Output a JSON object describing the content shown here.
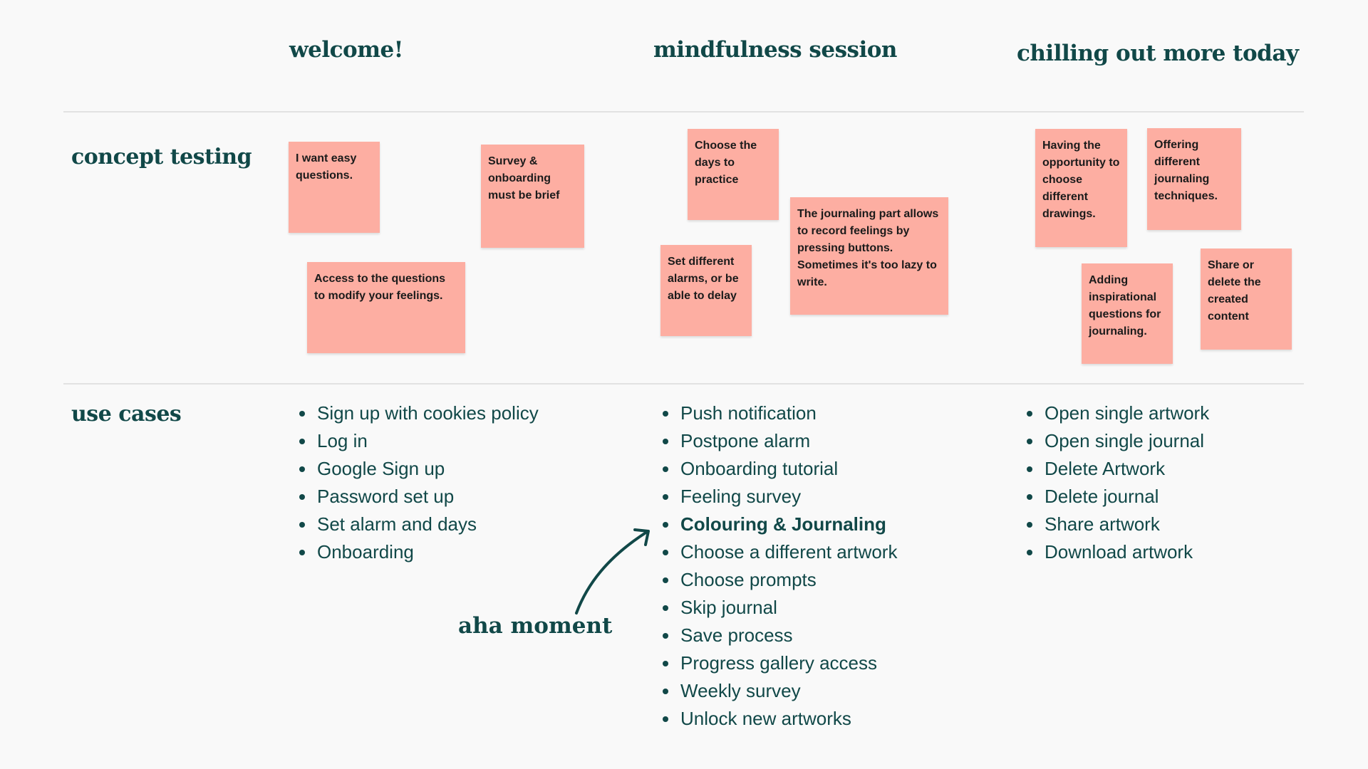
{
  "columns": {
    "welcome": "welcome!",
    "mindfulness": "mindfulness session",
    "chilling": "chilling out more today"
  },
  "rows": {
    "concept_testing": "concept testing",
    "use_cases": "use cases"
  },
  "sticky_notes": {
    "welcome": [
      "I want easy questions.",
      "Survey & onboarding must be brief",
      "Access to the questions to modify your feelings."
    ],
    "mindfulness": [
      "Choose the days to practice",
      "Set different alarms, or be able to delay",
      "The journaling part allows to record feelings by pressing buttons. Sometimes it's too lazy to write."
    ],
    "chilling": [
      "Having the opportunity to choose different drawings.",
      "Offering different journaling techniques.",
      "Adding inspirational questions for journaling.",
      "Share or delete the created content"
    ]
  },
  "use_cases": {
    "welcome": [
      "Sign up with cookies policy",
      "Log in",
      "Google Sign up",
      "Password set up",
      "Set alarm and days",
      "Onboarding"
    ],
    "mindfulness": [
      "Push notification",
      "Postpone alarm",
      "Onboarding tutorial",
      "Feeling survey",
      "Colouring & Journaling",
      "Choose a different artwork",
      "Choose prompts",
      "Skip journal",
      "Save process",
      "Progress gallery access",
      "Weekly survey",
      "Unlock new artworks"
    ],
    "chilling": [
      "Open single artwork",
      "Open single journal",
      "Delete Artwork",
      "Delete journal",
      "Share artwork",
      "Download artwork"
    ]
  },
  "aha_moment": "aha moment",
  "colors": {
    "text": "#114848",
    "sticky_note": "#fdaea2",
    "divider": "#e2e2e2",
    "background": "#f9f9f9"
  }
}
